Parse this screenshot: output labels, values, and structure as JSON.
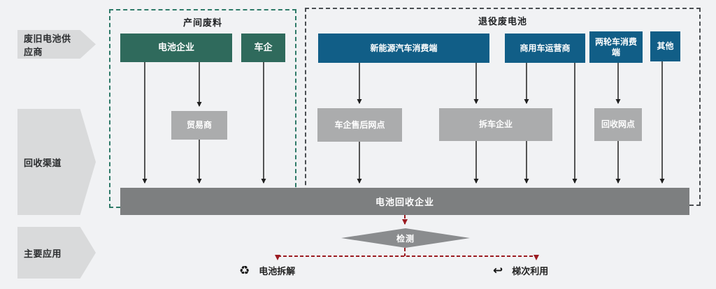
{
  "colors": {
    "canvas_bg": "#f1f2f4",
    "side_label_bg": "#d9dadb",
    "teal_box": "#2f6a5c",
    "blue_box": "#115e87",
    "gray_box": "#abacad",
    "bar_gray": "#7d7f80",
    "diamond_gray": "#8a8c8e",
    "group1_border": "#2e7a68",
    "group2_border": "#4a4e52",
    "arrow_black": "#1f1f1f",
    "red_flow": "#9b1b21"
  },
  "side_labels": {
    "suppliers": "废旧电池供应商",
    "channels": "回收渠道",
    "applications": "主要应用"
  },
  "groups": {
    "production_waste": {
      "title": "产间废料"
    },
    "retired_batteries": {
      "title": "退役废电池"
    }
  },
  "nodes": {
    "battery_company": "电池企业",
    "car_company": "车企",
    "nev_consumer": "新能源汽车消费端",
    "commercial_operator": "商用车运营商",
    "two_wheeler_consumer": "两轮车消费端",
    "other": "其他",
    "trader": "贸易商",
    "aftersales_outlet": "车企售后网点",
    "dismantling_company": "拆车企业",
    "recycling_outlet": "回收网点",
    "recycling_company_bar": "电池回收企业",
    "inspection": "检测"
  },
  "outcomes": {
    "dismantle": {
      "glyph": "♻",
      "label": "电池拆解"
    },
    "cascade": {
      "glyph": "↩",
      "label": "梯次利用"
    }
  }
}
